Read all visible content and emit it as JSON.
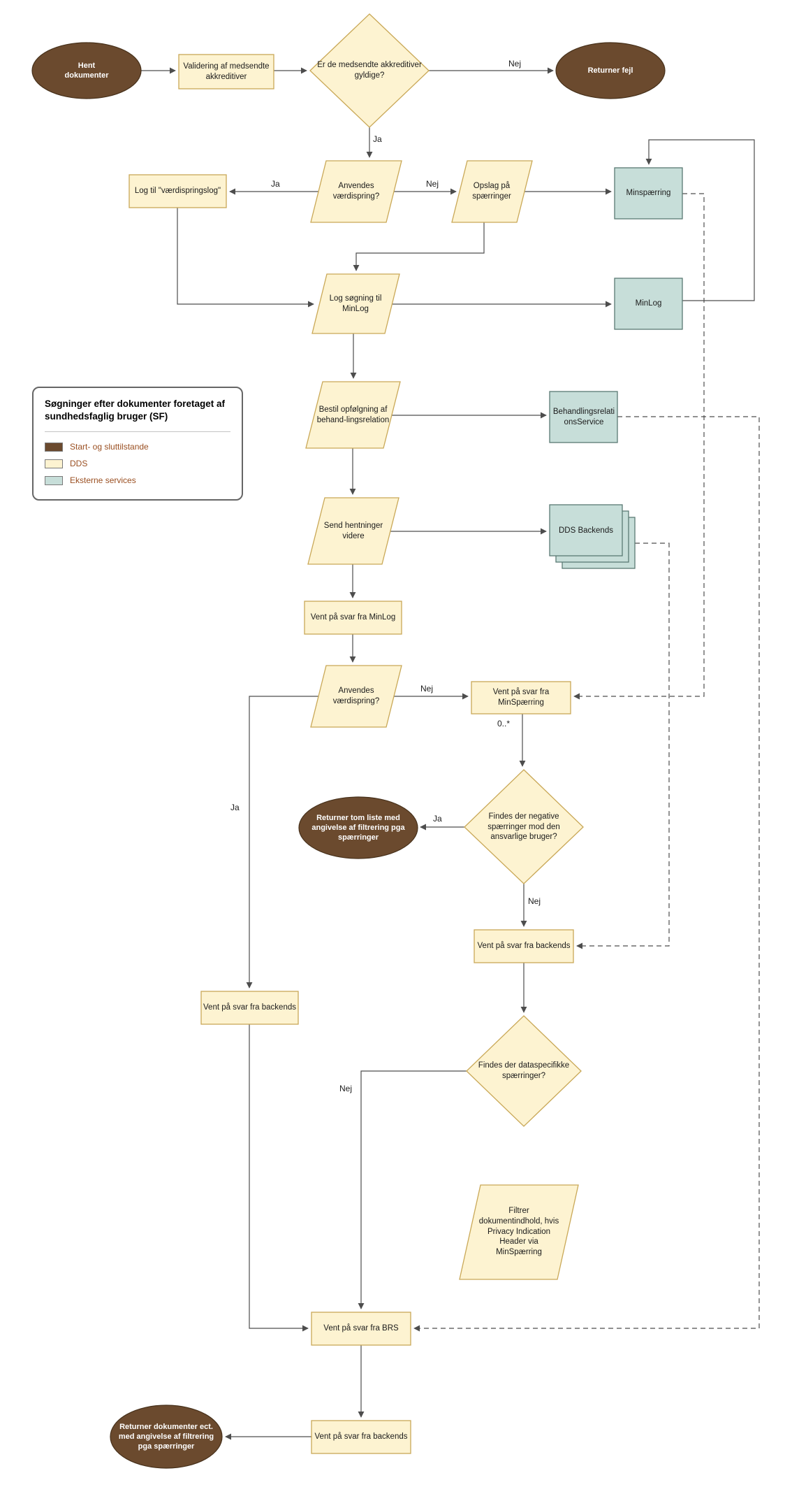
{
  "legend": {
    "title": "Søgninger efter dokumenter foretaget af sundhedsfaglig bruger (SF)",
    "items": [
      {
        "label": "Start- og sluttilstande",
        "color": "#6b4a2e"
      },
      {
        "label": "DDS",
        "color": "#fdf3d1"
      },
      {
        "label": "Eksterne services",
        "color": "#c7ded9"
      }
    ]
  },
  "nodes": {
    "hent_dokumenter": "Hent dokumenter",
    "validering": "Validering af medsendte akkreditiver",
    "gyldige": "Er de medsendte akkreditiver gyldige?",
    "returner_fejl": "Returner fejl",
    "anvendes_1": "Anvendes værdispring?",
    "log_vaerdispringslog": "Log til \"værdispringslog\"",
    "opslag_spaerringer": "Opslag på spærringer",
    "minspaerring": "Minspærring",
    "log_soegning_minlog": "Log søgning til MinLog",
    "minlog": "MinLog",
    "bestil_opfoelgning": "Bestil opfølgning af behand-lingsrelation",
    "behandlingsservice": "BehandlingsrelationsService",
    "send_hentninger": "Send hentninger videre",
    "dds_backends": "DDS Backends",
    "vent_minlog": "Vent på svar fra MinLog",
    "anvendes_2": "Anvendes værdispring?",
    "vent_minspaerring": "Vent på svar fra MinSpærring",
    "findes_negative": "Findes der negative spærringer mod den ansvarlige bruger?",
    "returner_tom_liste": "Returner tom liste med angivelse af filtrering pga spærringer",
    "vent_backends_hoejre": "Vent på svar fra backends",
    "vent_backends_venstre": "Vent på svar fra backends",
    "findes_dataspecifikke": "Findes der dataspecifikke spærringer?",
    "filtrer_dokumentindhold": "Filtrer dokumentindhold, hvis Privacy Indication Header via MinSpærring",
    "vent_brs": "Vent på svar fra BRS",
    "vent_backends_bund": "Vent på svar fra backends",
    "returner_dokumenter": "Returner dokumenter ect. med angivelse af filtrering pga spærringer"
  },
  "edge_labels": {
    "gyldige_nej": "Nej",
    "gyldige_ja": "Ja",
    "anvendes1_ja": "Ja",
    "anvendes1_nej": "Nej",
    "anvendes2_nej": "Nej",
    "anvendes2_ja": "Ja",
    "minspaerring_kardinalitet": "0..*",
    "negative_ja": "Ja",
    "negative_nej": "Nej",
    "dataspec_nej": "Nej"
  },
  "colors": {
    "terminal_fill": "#6b4a2e",
    "terminal_text": "#ffffff",
    "dds_fill": "#fdf3d1",
    "dds_stroke": "#c9a857",
    "external_fill": "#c7ded9",
    "external_stroke": "#5b7a74",
    "edge": "#4d4d4d"
  }
}
